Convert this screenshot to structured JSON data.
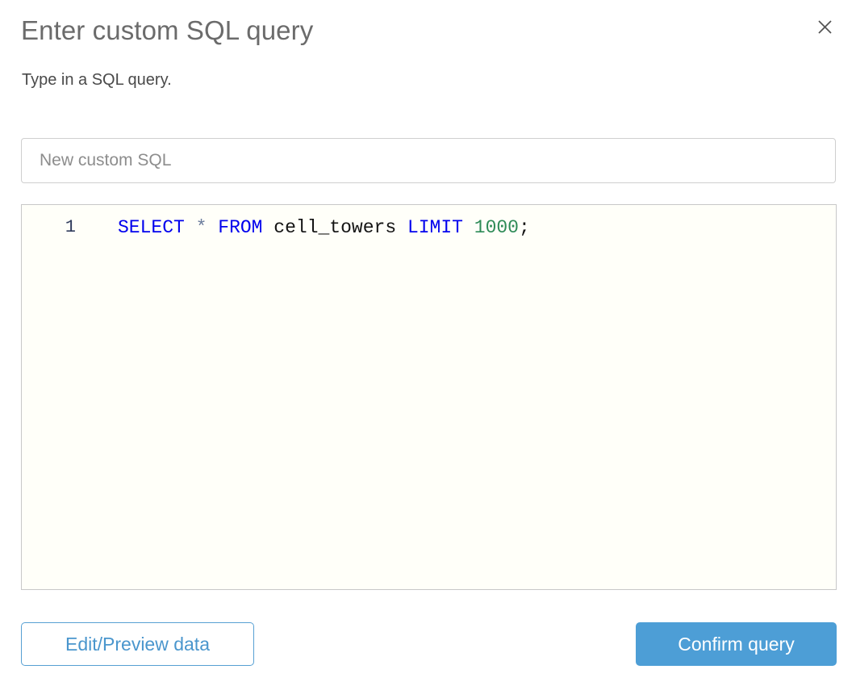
{
  "dialog": {
    "title": "Enter custom SQL query",
    "subtitle": "Type in a SQL query.",
    "close_icon": "close-icon"
  },
  "name_field": {
    "value": "New custom SQL",
    "placeholder": "New custom SQL"
  },
  "editor": {
    "line_number": "1",
    "tokens": [
      {
        "text": "SELECT",
        "type": "keyword"
      },
      {
        "text": " ",
        "type": "plain"
      },
      {
        "text": "*",
        "type": "star"
      },
      {
        "text": " ",
        "type": "plain"
      },
      {
        "text": "FROM",
        "type": "keyword"
      },
      {
        "text": " ",
        "type": "plain"
      },
      {
        "text": "cell_towers",
        "type": "identifier"
      },
      {
        "text": " ",
        "type": "plain"
      },
      {
        "text": "LIMIT",
        "type": "keyword"
      },
      {
        "text": " ",
        "type": "plain"
      },
      {
        "text": "1000",
        "type": "number"
      },
      {
        "text": ";",
        "type": "punct"
      }
    ],
    "full_query": "SELECT * FROM cell_towers LIMIT 1000;"
  },
  "footer": {
    "secondary_label": "Edit/Preview data",
    "primary_label": "Confirm query"
  },
  "colors": {
    "accent": "#4d9ed6",
    "accent_border": "#57a0d3",
    "keyword": "#0000ee",
    "number": "#2e8b57",
    "star": "#6b7c9c",
    "title_text": "#6b6b6b",
    "body_text": "#4a4a4a",
    "editor_bg": "#fffff9"
  }
}
